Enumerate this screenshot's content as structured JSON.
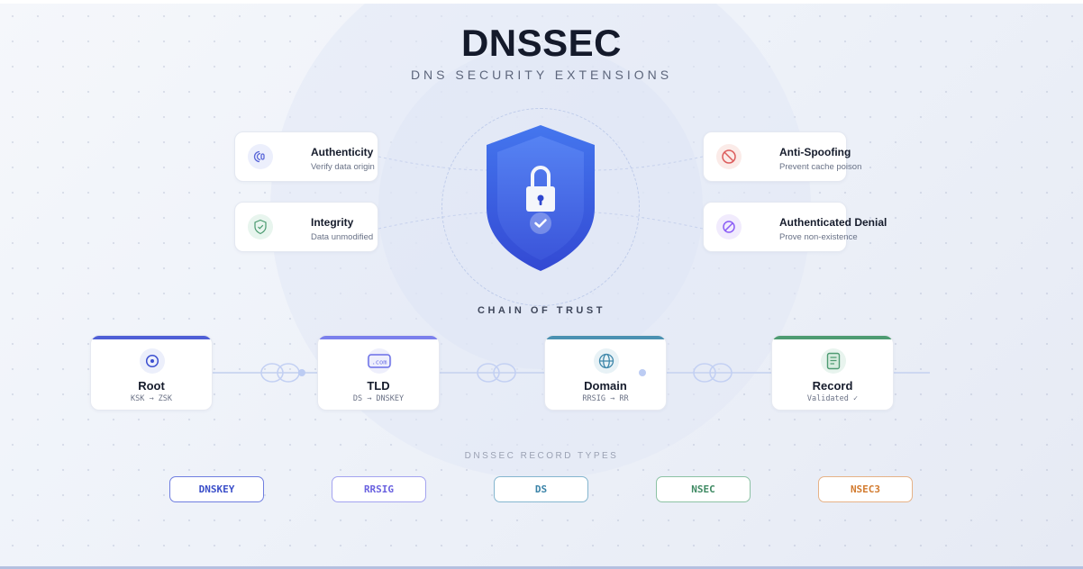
{
  "header": {
    "title": "DNSSEC",
    "subtitle": "DNS SECURITY EXTENSIONS"
  },
  "features": [
    {
      "title": "Authenticity",
      "desc": "Verify data origin",
      "icon": "fingerprint-icon",
      "color": "#5a67d8",
      "bg": "#eceffc"
    },
    {
      "title": "Integrity",
      "desc": "Data unmodified",
      "icon": "shield-check-icon",
      "color": "#4a9a6f",
      "bg": "#e8f5ee"
    },
    {
      "title": "Anti-Spoofing",
      "desc": "Prevent cache poison",
      "icon": "prohibited-icon",
      "color": "#dc5c5c",
      "bg": "#fbebe8"
    },
    {
      "title": "Authenticated Denial",
      "desc": "Prove non-existence",
      "icon": "slashed-circle-icon",
      "color": "#8b5cf6",
      "bg": "#f1ebfd"
    }
  ],
  "center": {
    "icon": "shield-lock-icon",
    "colors": {
      "outer": "#3f6ee8",
      "inner": "#4f7af0",
      "bottom": "#3551d6"
    }
  },
  "chain": {
    "label": "CHAIN OF TRUST",
    "nodes": [
      {
        "title": "Root",
        "sub": "KSK → ZSK",
        "icon": "target-icon",
        "bar": "#4f5fd6",
        "color": "#3c4fd0",
        "bg": "#eceffb"
      },
      {
        "title": "TLD",
        "sub": "DS → DNSKEY",
        "icon": "dotcom-icon",
        "icon_text": ".com",
        "bar": "#7b80ec",
        "color": "#6a6fe6",
        "bg": "#eeeffc"
      },
      {
        "title": "Domain",
        "sub": "RRSIG → RR",
        "icon": "globe-icon",
        "bar": "#4b91b2",
        "color": "#3e87aa",
        "bg": "#e8f2f6"
      },
      {
        "title": "Record",
        "sub": "Validated ✓",
        "icon": "document-icon",
        "bar": "#4e9b72",
        "color": "#4e9b72",
        "bg": "#e8f4ee"
      }
    ]
  },
  "record_types": {
    "label": "DNSSEC RECORD TYPES",
    "items": [
      {
        "label": "DNSKEY",
        "color": "#3b4fc9",
        "border": "#6f7ee0"
      },
      {
        "label": "RRSIG",
        "color": "#6a62e0",
        "border": "#a3a3f0"
      },
      {
        "label": "DS",
        "color": "#3a83a8",
        "border": "#84b6cf"
      },
      {
        "label": "NSEC",
        "color": "#3f8a63",
        "border": "#8cc2a4"
      },
      {
        "label": "NSEC3",
        "color": "#d27a2e",
        "border": "#e6b287"
      }
    ]
  }
}
